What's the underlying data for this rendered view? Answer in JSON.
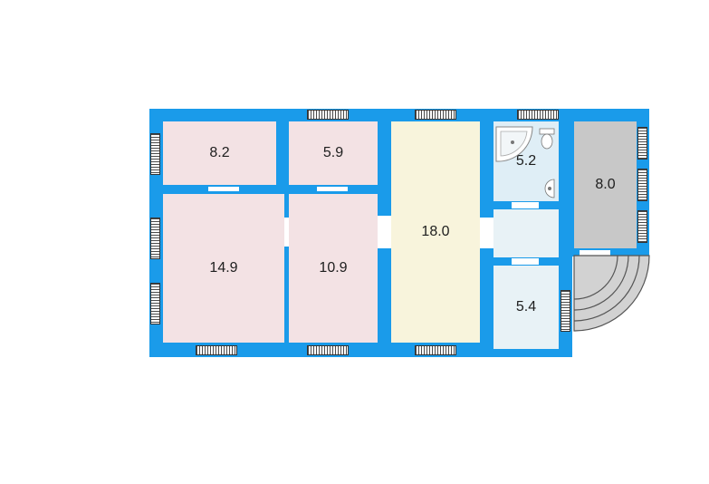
{
  "rooms": [
    {
      "id": "room-a",
      "area": "8.2"
    },
    {
      "id": "room-b",
      "area": "5.9"
    },
    {
      "id": "room-c",
      "area": "14.9"
    },
    {
      "id": "room-d",
      "area": "10.9"
    },
    {
      "id": "room-e",
      "area": "18.0"
    },
    {
      "id": "room-f",
      "area": "5.2"
    },
    {
      "id": "room-g",
      "area": "8.0"
    },
    {
      "id": "room-h",
      "area": "5.4"
    }
  ],
  "colors": {
    "wall": "#1a9bea",
    "bedroom": "#f3e2e4",
    "hall": "#f8f4dc",
    "wet": "#e8f2f6",
    "veranda": "#c8c8c8"
  },
  "icons": [
    "bathtub-icon",
    "toilet-icon",
    "sink-icon"
  ]
}
